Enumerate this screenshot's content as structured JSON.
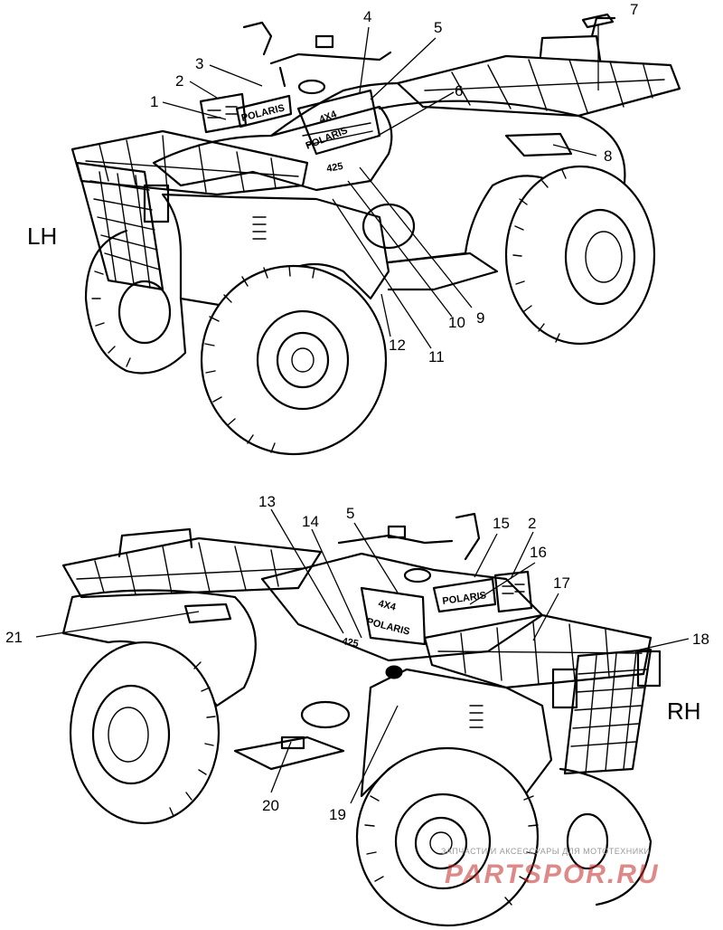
{
  "views": {
    "left": {
      "side_label": "LH"
    },
    "right": {
      "side_label": "RH"
    }
  },
  "decals": {
    "model": "4X4",
    "brand": "POLARIS",
    "number": "425"
  },
  "callouts": [
    {
      "id": "c1",
      "number": "1"
    },
    {
      "id": "c2",
      "number": "2"
    },
    {
      "id": "c3",
      "number": "3"
    },
    {
      "id": "c4",
      "number": "4"
    },
    {
      "id": "c5",
      "number": "5"
    },
    {
      "id": "c6",
      "number": "6"
    },
    {
      "id": "c7",
      "number": "7"
    },
    {
      "id": "c8",
      "number": "8"
    },
    {
      "id": "c9",
      "number": "9"
    },
    {
      "id": "c10",
      "number": "10"
    },
    {
      "id": "c11",
      "number": "11"
    },
    {
      "id": "c12",
      "number": "12"
    },
    {
      "id": "c13",
      "number": "13"
    },
    {
      "id": "c14",
      "number": "14"
    },
    {
      "id": "c5b",
      "number": "5"
    },
    {
      "id": "c15",
      "number": "15"
    },
    {
      "id": "c2b",
      "number": "2"
    },
    {
      "id": "c16",
      "number": "16"
    },
    {
      "id": "c17",
      "number": "17"
    },
    {
      "id": "c18",
      "number": "18"
    },
    {
      "id": "c21",
      "number": "21"
    },
    {
      "id": "c20",
      "number": "20"
    },
    {
      "id": "c19",
      "number": "19"
    }
  ],
  "watermark": {
    "tagline": "ЗАПЧАСТИ И АКСЕССУАРЫ ДЛЯ МОТОТЕХНИКИ",
    "site": "PARTSPOR.RU"
  }
}
